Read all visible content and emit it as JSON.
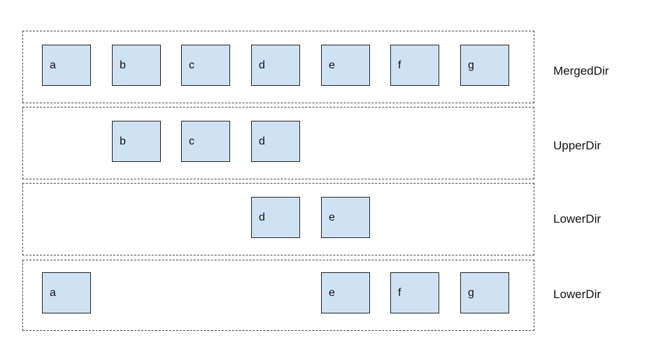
{
  "layers": [
    {
      "name": "MergedDir",
      "files": [
        "a",
        "b",
        "c",
        "d",
        "e",
        "f",
        "g"
      ]
    },
    {
      "name": "UpperDir",
      "files": [
        "b",
        "c",
        "d"
      ]
    },
    {
      "name": "LowerDir",
      "files": [
        "d",
        "e"
      ]
    },
    {
      "name": "LowerDir",
      "files": [
        "a",
        "e",
        "f",
        "g"
      ]
    }
  ],
  "colors": {
    "file_fill": "#cfe2f3",
    "file_border": "#222222",
    "layer_border": "#444444"
  }
}
